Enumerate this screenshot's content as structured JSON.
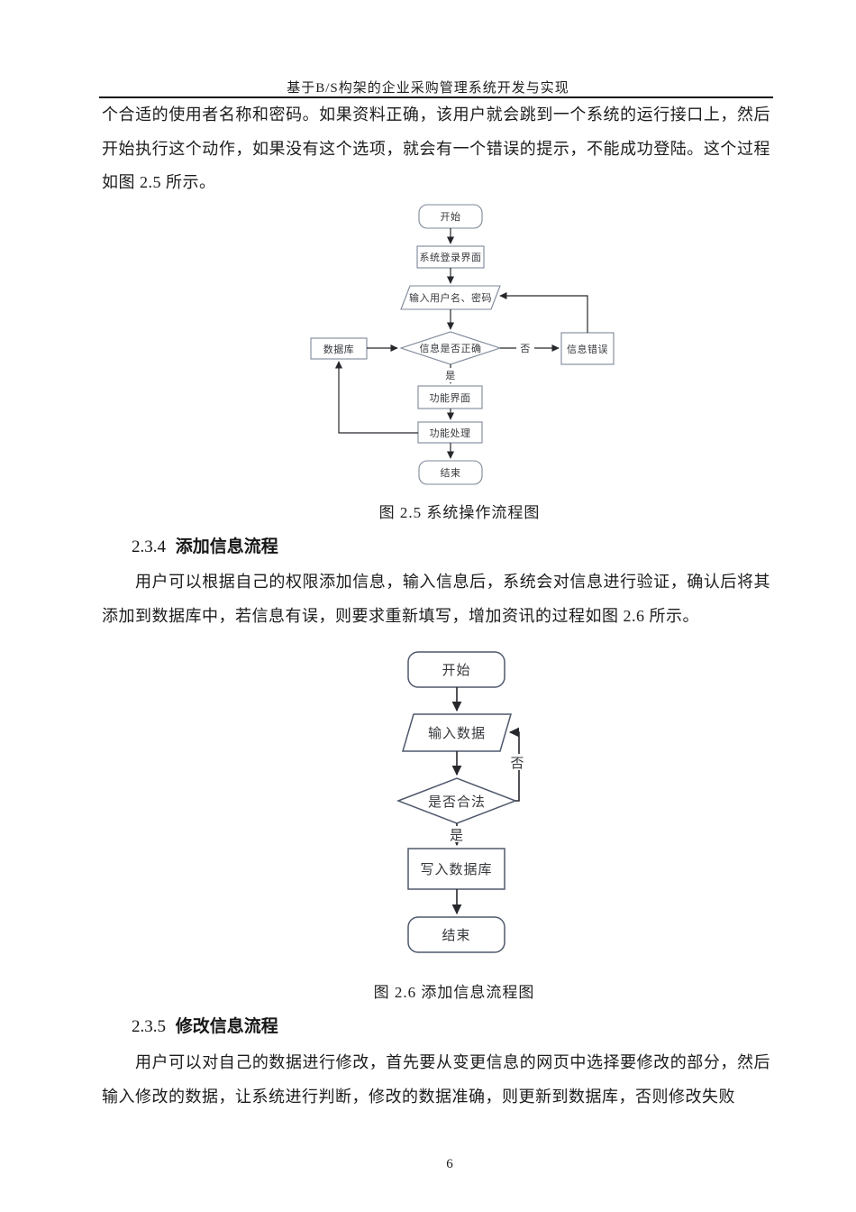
{
  "header": {
    "title": "基于B/S构架的企业采购管理系统开发与实现"
  },
  "paragraphs": {
    "p1": "个合适的使用者名称和密码。如果资料正确，该用户就会跳到一个系统的运行接口上，然后开始执行这个动作，如果没有这个选项，就会有一个错误的提示，不能成功登陆。这个过程如图 2.5 所示。",
    "p2": "用户可以根据自己的权限添加信息，输入信息后，系统会对信息进行验证，确认后将其添加到数据库中，若信息有误，则要求重新填写，增加资讯的过程如图 2.6 所示。",
    "p3": "用户可以对自己的数据进行修改，首先要从变更信息的网页中选择要修改的部分，然后输入修改的数据，让系统进行判断，修改的数据准确，则更新到数据库，否则修改失败"
  },
  "sections": {
    "s234_num": "2.3.4",
    "s234_title": "添加信息流程",
    "s235_num": "2.3.5",
    "s235_title": "修改信息流程"
  },
  "figure1": {
    "caption": "图 2.5 系统操作流程图",
    "nodes": {
      "start": "开始",
      "login": "系统登录界面",
      "input": "输入用户名、密码",
      "decision": "信息是否正确",
      "db": "数据库",
      "error": "信息错误",
      "ui": "功能界面",
      "process": "功能处理",
      "end": "结束"
    },
    "labels": {
      "yes": "是",
      "no": "否"
    }
  },
  "figure2": {
    "caption": "图 2.6 添加信息流程图",
    "nodes": {
      "start": "开始",
      "input": "输入数据",
      "decision": "是否合法",
      "write": "写入数据库",
      "end": "结束"
    },
    "labels": {
      "yes": "是",
      "no": "否"
    }
  },
  "footer": {
    "page_number": "6"
  },
  "colors": {
    "fc1_shape_border": "#7e8799",
    "fc2_shape_border": "#4f596d",
    "connector": "#26282c",
    "body_text": "#1c1c1c"
  }
}
